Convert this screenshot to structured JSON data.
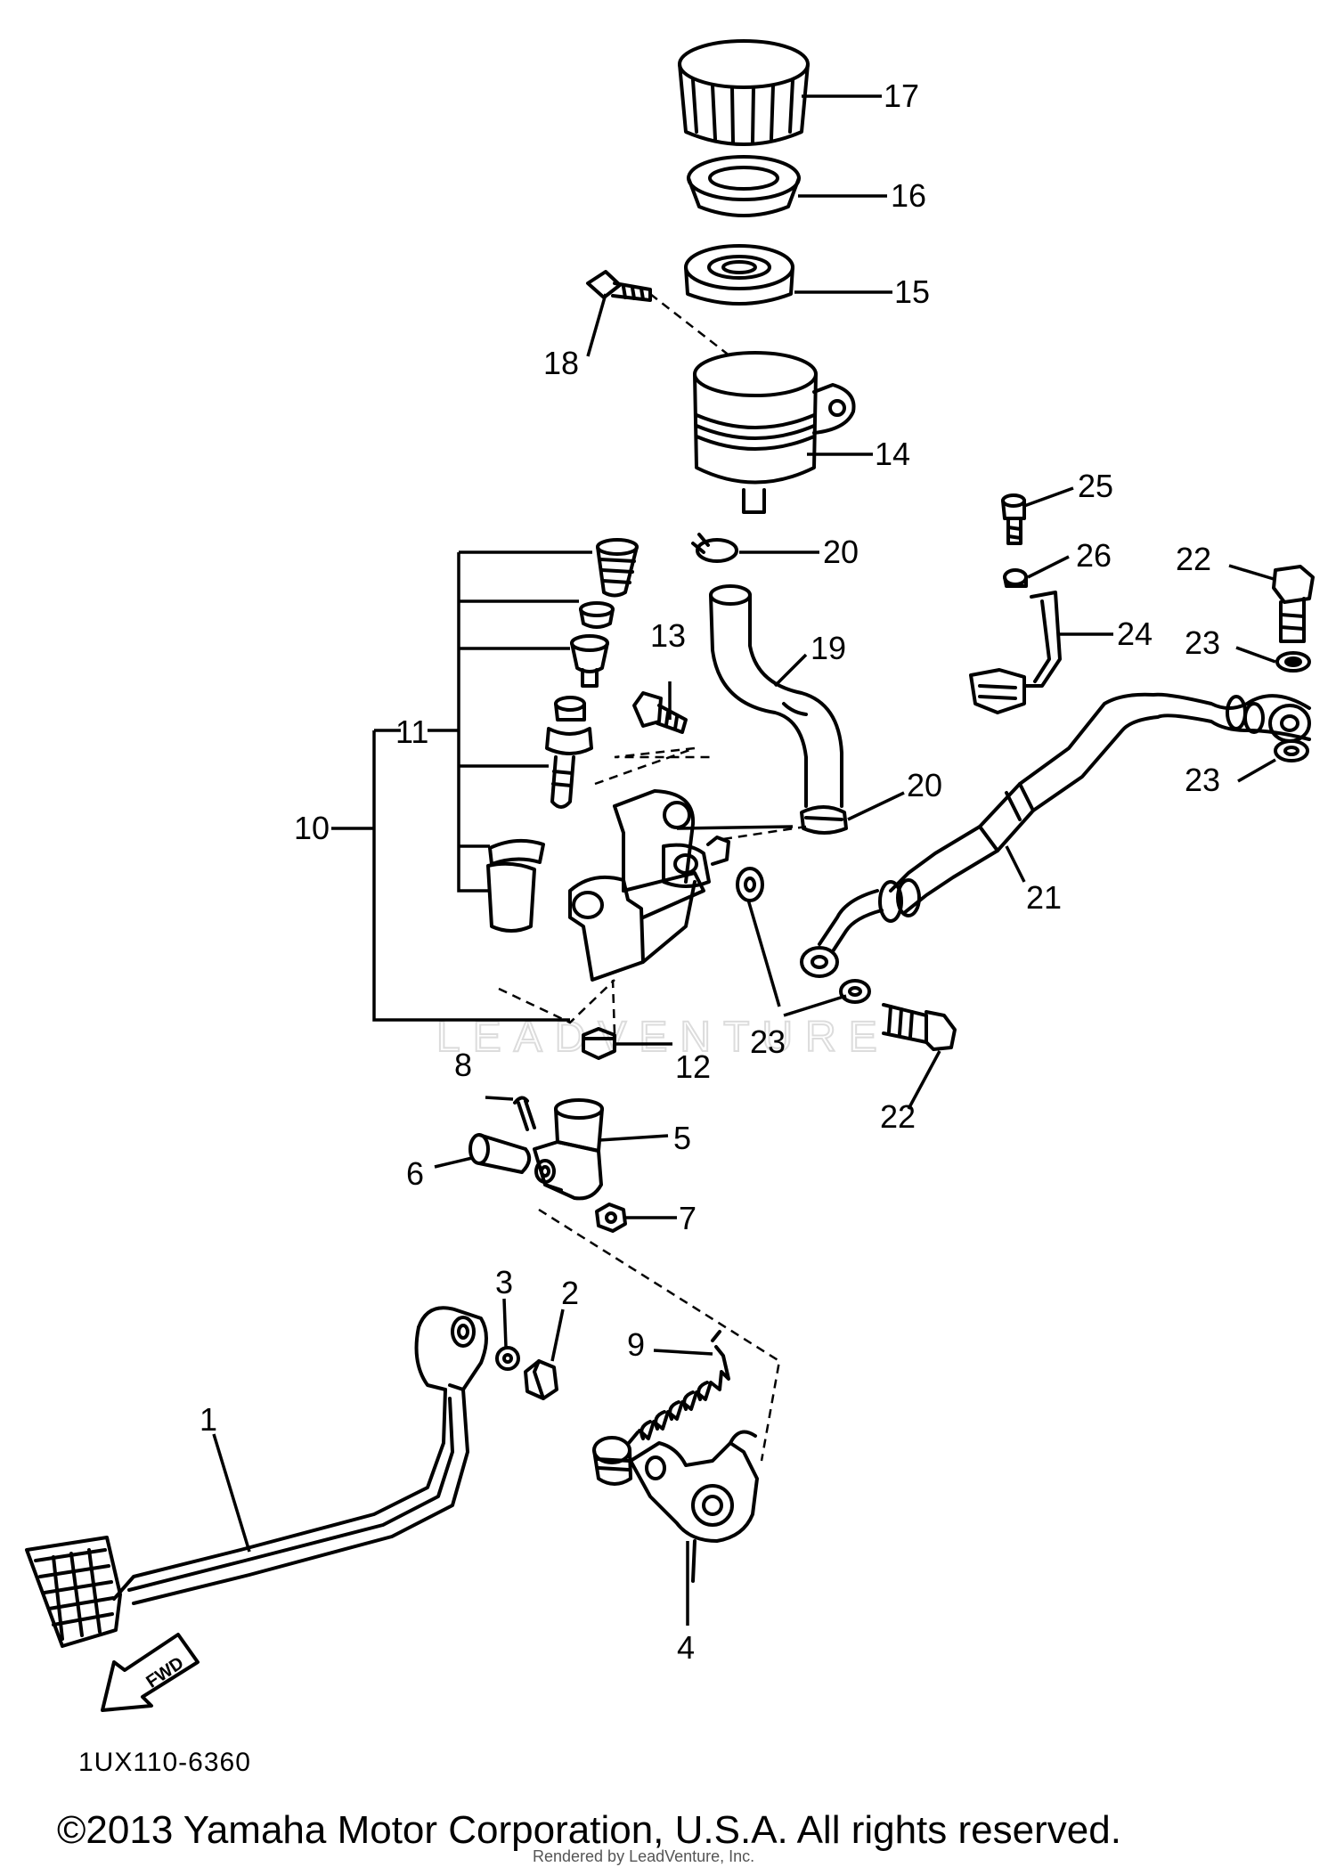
{
  "diagram": {
    "watermark": "LEADVENTURE",
    "fwd_label": "FWD",
    "code": "1UX110-6360",
    "copyright": "©2013 Yamaha Motor Corporation, U.S.A. All rights reserved.",
    "render_credit": "Rendered by LeadVenture, Inc."
  },
  "callouts": [
    {
      "id": "c1",
      "label": "1"
    },
    {
      "id": "c2",
      "label": "2"
    },
    {
      "id": "c3",
      "label": "3"
    },
    {
      "id": "c4",
      "label": "4"
    },
    {
      "id": "c5",
      "label": "5"
    },
    {
      "id": "c6",
      "label": "6"
    },
    {
      "id": "c7",
      "label": "7"
    },
    {
      "id": "c8",
      "label": "8"
    },
    {
      "id": "c9",
      "label": "9"
    },
    {
      "id": "c10",
      "label": "10"
    },
    {
      "id": "c11",
      "label": "11"
    },
    {
      "id": "c12",
      "label": "12"
    },
    {
      "id": "c13",
      "label": "13"
    },
    {
      "id": "c14",
      "label": "14"
    },
    {
      "id": "c15",
      "label": "15"
    },
    {
      "id": "c16",
      "label": "16"
    },
    {
      "id": "c17",
      "label": "17"
    },
    {
      "id": "c18",
      "label": "18"
    },
    {
      "id": "c19",
      "label": "19"
    },
    {
      "id": "c20a",
      "label": "20"
    },
    {
      "id": "c20b",
      "label": "20"
    },
    {
      "id": "c21",
      "label": "21"
    },
    {
      "id": "c22a",
      "label": "22"
    },
    {
      "id": "c22b",
      "label": "22"
    },
    {
      "id": "c23a",
      "label": "23"
    },
    {
      "id": "c23b",
      "label": "23"
    },
    {
      "id": "c23c",
      "label": "23"
    },
    {
      "id": "c24",
      "label": "24"
    },
    {
      "id": "c25",
      "label": "25"
    },
    {
      "id": "c26",
      "label": "26"
    }
  ]
}
